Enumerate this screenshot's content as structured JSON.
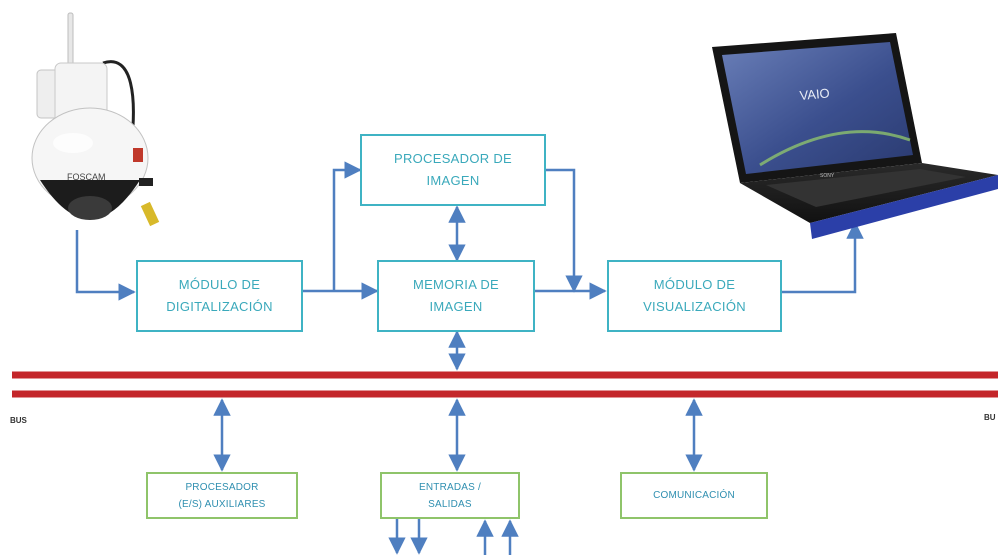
{
  "diagram": {
    "blocks": {
      "procesador_imagen": "PROCESADOR DE\nIMAGEN",
      "modulo_digitalizacion": "MÓDULO DE\nDIGITALIZACIÓN",
      "memoria_imagen": "MEMORIA DE\nIMAGEN",
      "modulo_visualizacion": "MÓDULO DE\nVISUALIZACIÓN",
      "procesador_auxiliares": "PROCESADOR\n(E/S) AUXILIARES",
      "entradas_salidas": "ENTRADAS /\nSALIDAS",
      "comunicacion": "COMUNICACIÓN"
    },
    "bus": {
      "left_label": "BUS",
      "right_label": "BU"
    },
    "devices": {
      "camera_brand": "FOSCAM",
      "laptop_brand": "VAIO",
      "laptop_logo": "SONY"
    },
    "colors": {
      "arrow": "#4f7fc0",
      "bus": "#c4262a",
      "cyan_border": "#3fb3c4",
      "green_border": "#8fc46a"
    }
  }
}
